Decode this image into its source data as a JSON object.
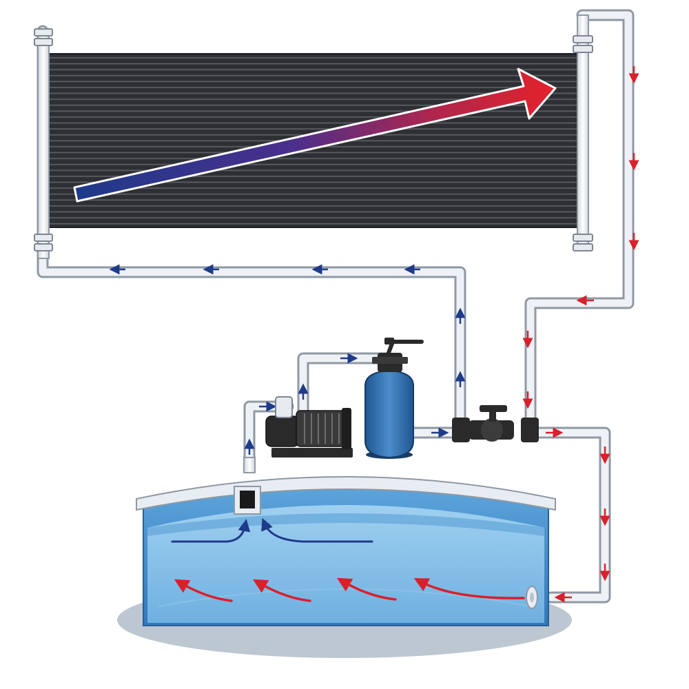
{
  "diagram": {
    "kind": "solar pool heating circulation schematic",
    "components": [
      {
        "id": "solar-collector-panel",
        "icon": "solar-collector-icon"
      },
      {
        "id": "sand-filter",
        "icon": "sand-filter-icon"
      },
      {
        "id": "pool-pump",
        "icon": "pump-icon"
      },
      {
        "id": "three-way-bypass-valve",
        "icon": "valve-icon"
      },
      {
        "id": "skimmer-inlet",
        "icon": "skimmer-icon"
      },
      {
        "id": "return-jet",
        "icon": "return-jet-icon"
      },
      {
        "id": "above-ground-pool",
        "icon": "pool-icon"
      }
    ],
    "flow": {
      "cold_color": "#1e3a8a",
      "hot_color": "#d9202b",
      "cold_path": [
        "skimmer-inlet",
        "pool-pump",
        "sand-filter",
        "three-way-bypass-valve",
        "solar-collector-panel"
      ],
      "hot_path": [
        "solar-collector-panel",
        "three-way-bypass-valve",
        "return-jet"
      ]
    }
  },
  "colors": {
    "panel": "#2d2f33",
    "panel_stripe": "#5a5d62",
    "pipe": "#e9edf2",
    "pipe_outline": "#8f98a3",
    "pool_water": "#7fbce8",
    "pool_wall": "#3d86c6",
    "pool_rim": "#5aa2dc",
    "filter_tank": "#2f6fb0",
    "pump_body": "#2a2a2a",
    "shadow": "#b9c4cf"
  }
}
